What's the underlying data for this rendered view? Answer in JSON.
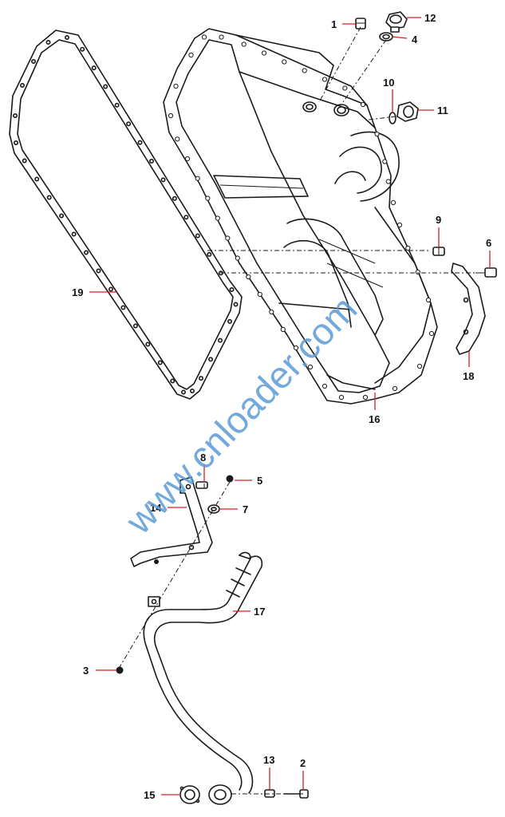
{
  "watermark": "www.cnloader.com",
  "colors": {
    "leader_line": "#d42020",
    "watermark": "#5b9bd5",
    "line_art": "#1a1a1a"
  },
  "callouts": [
    {
      "id": "c1",
      "label": "1"
    },
    {
      "id": "c2",
      "label": "2"
    },
    {
      "id": "c3",
      "label": "3"
    },
    {
      "id": "c4",
      "label": "4"
    },
    {
      "id": "c5",
      "label": "5"
    },
    {
      "id": "c6",
      "label": "6"
    },
    {
      "id": "c7",
      "label": "7"
    },
    {
      "id": "c8",
      "label": "8"
    },
    {
      "id": "c9",
      "label": "9"
    },
    {
      "id": "c10",
      "label": "10"
    },
    {
      "id": "c11",
      "label": "11"
    },
    {
      "id": "c12",
      "label": "12"
    },
    {
      "id": "c13",
      "label": "13"
    },
    {
      "id": "c14",
      "label": "14"
    },
    {
      "id": "c15",
      "label": "15"
    },
    {
      "id": "c16",
      "label": "16"
    },
    {
      "id": "c17",
      "label": "17"
    },
    {
      "id": "c18",
      "label": "18"
    },
    {
      "id": "c19",
      "label": "19"
    }
  ]
}
